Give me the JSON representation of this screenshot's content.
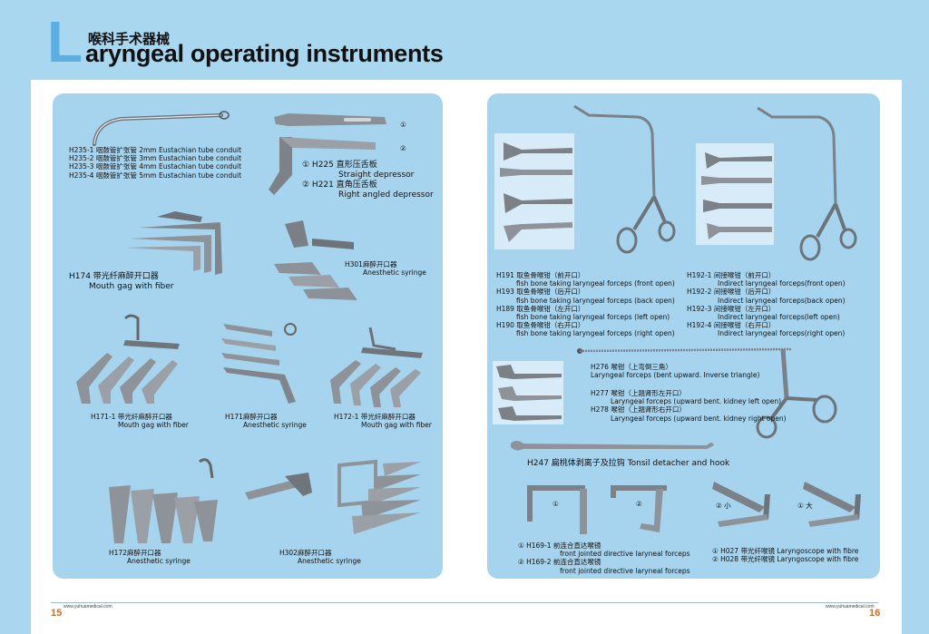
{
  "header": {
    "big_letter": "L",
    "title_cn": "喉科手术器械",
    "title_en": "aryngeal operating instruments"
  },
  "left_panel": {
    "h235": [
      "H235-1 咽鼓管扩张管 2mm Eustachian tube conduit",
      "H235-2 咽鼓管扩张管 3mm Eustachian tube conduit",
      "H235-3 咽鼓管扩张管 4mm Eustachian tube conduit",
      "H235-4 咽鼓管扩张管 5mm Eustachian tube conduit"
    ],
    "depressor": {
      "mark1": "①",
      "mark2": "②",
      "l1": "① H225  直形压舌板",
      "l2": "Straight depressor",
      "l3": "② H221  直角压舌板",
      "l4": "Right angled depressor"
    },
    "h174": {
      "l1": "H174 带光纤麻醉开口器",
      "l2": "Mouth gag with fiber"
    },
    "h301": {
      "l1": "H301麻醉开口器",
      "l2": "Anesthetic syringe"
    },
    "h171_1": {
      "l1": "H171-1 带光纤麻醉开口器",
      "l2": "Mouth gag with fiber"
    },
    "h171": {
      "l1": "H171麻醉开口器",
      "l2": "Anesthetic syringe"
    },
    "h172_1": {
      "l1": "H172-1 带光纤麻醉开口器",
      "l2": "Mouth gag with fiber"
    },
    "h172": {
      "l1": "H172麻醉开口器",
      "l2": "Anesthetic syringe"
    },
    "h302": {
      "l1": "H302麻醉开口器",
      "l2": "Anesthetic syringe"
    }
  },
  "right_panel": {
    "fish_bone": [
      "H191 取鱼骨喉钳（前开口）",
      "fish bone taking laryngeal forceps (front open)",
      "H193 取鱼骨喉钳（后开口）",
      "fish bone taking laryngeal forceps (back open)",
      "H189 取鱼骨喉钳（左开口）",
      "fish bone taking laryngeal forceps (left open)",
      "H190 取鱼骨喉钳（右开口）",
      "fish bone taking laryngeal forceps (right open)"
    ],
    "indirect": [
      "H192-1 间接喉钳（前开口）",
      "Indirect laryngeal forceps(front open)",
      "H192-2 间接喉钳（后开口）",
      "Indirect laryngeal forceps(back open)",
      "H192-3 间接喉钳（左开口）",
      "Indirect laryngeal forceps(left open)",
      "H192-4 间接喉钳（右开口）",
      "Indirect laryngeal forceps(right open)"
    ],
    "h276": [
      "H276 喉钳（上弯倒三角）",
      "Laryngeal forceps (bent upward. Inverse triangle)"
    ],
    "h277": [
      "H277 喉钳（上翘肾形左开口）",
      "Laryngeal forceps (upward bent. kidney left open)",
      "H278 喉钳（上翘肾形右开口）",
      "Laryngeal forceps (upward bent. kidney right open)"
    ],
    "h247": "H247 扁桃体剥离子及拉钩  Tonsil detacher and hook",
    "h169_marks": {
      "m1": "①",
      "m2": "②"
    },
    "h169": [
      "① H169-1  前连合直达喉镜",
      "front jointed directive laryneal forceps",
      "② H169-2  前连合直达喉镜",
      "front jointed directive laryneal forceps"
    ],
    "scope_marks": {
      "m1": "② 小",
      "m2": "① 大"
    },
    "scopes": [
      "①  H027  带光纤喉镜 Laryngoscope with fibre",
      "②  H028  带光纤喉镜 Laryngoscope with fibre"
    ]
  },
  "footer": {
    "page_left": "15",
    "page_right": "16",
    "site_left": "www.yuhuamedical.com",
    "site_right": "www.yuhuamedical.com"
  },
  "colors": {
    "band": "#a9d7f0",
    "panel": "#a6d4ee",
    "accent_L": "#5aaee0",
    "page_number": "#d86a1a"
  }
}
